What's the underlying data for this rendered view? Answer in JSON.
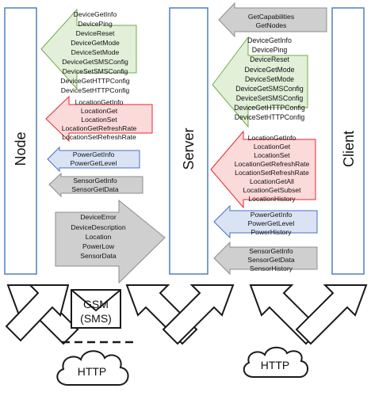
{
  "columns": {
    "node": "Node",
    "server": "Server",
    "client": "Client"
  },
  "node_to_server": {
    "green": [
      "DeviceGetInfo",
      "DevicePing",
      "DeviceReset",
      "DeviceGetMode",
      "DeviceSetMode",
      "DeviceGetSMSConfig",
      "DeviceSetSMSConfig",
      "DeviceGetHTTPConfig",
      "DeviceSetHTTPConfig"
    ],
    "red": [
      "LocationGetInfo",
      "LocationGet",
      "LocationSet",
      "LocationGetRefreshRate",
      "LocationSetRefreshRate"
    ],
    "blue": [
      "PowerGetInfo",
      "PowerGetLevel"
    ],
    "gray": [
      "SensorGetInfo",
      "SensorGetData"
    ],
    "big_gray": [
      "DeviceError",
      "DeviceDescription",
      "Location",
      "PowerLow",
      "SensorData"
    ]
  },
  "client_to_server": {
    "top_gray": [
      "GetCapabilities",
      "GetNodes"
    ],
    "green": [
      "DeviceGetInfo",
      "DevicePing",
      "DeviceReset",
      "DeviceGetMode",
      "DeviceSetMode",
      "DeviceGetSMSConfig",
      "DeviceSetSMSConfig",
      "DeviceGetHTTPConfig",
      "DeviceSetHTTPConfig"
    ],
    "red": [
      "LocationGetInfo",
      "LocationGet",
      "LocationSet",
      "LocationGetRefreshRate",
      "LocationSetRefreshRate",
      "LocationGetAll",
      "LocationGetSubset",
      "LocationHistory"
    ],
    "blue": [
      "PowerGetInfo",
      "PowerGetLevel",
      "PowerHistory"
    ],
    "gray": [
      "SensorGetInfo",
      "SensorGetData",
      "SensorHistory"
    ]
  },
  "transport": {
    "gsm_line1": "GSM",
    "gsm_line2": "(SMS)",
    "http_left": "HTTP",
    "http_right": "HTTP"
  },
  "colors": {
    "green_fill": "#e2efd9",
    "green_stroke": "#70ad47",
    "red_fill": "#fbdada",
    "red_stroke": "#e8262a",
    "blue_fill": "#dae3f3",
    "blue_stroke": "#4472c4",
    "gray_fill": "#cfcfcf",
    "gray_stroke": "#8c8c8c",
    "column_stroke": "#4f81bd"
  }
}
